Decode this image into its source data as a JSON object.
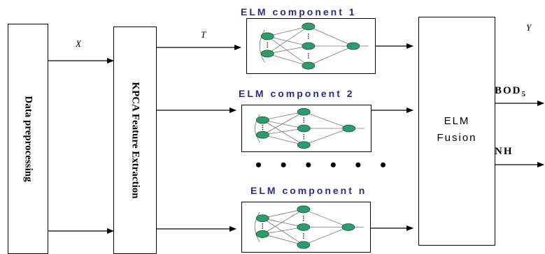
{
  "preprocess": {
    "label": "Data preprocessing"
  },
  "kpca": {
    "label": "KPCA Feature Extraction"
  },
  "vars": {
    "x": "X",
    "t": "T",
    "y": "Y"
  },
  "components": [
    {
      "title": "ELM component 1"
    },
    {
      "title": "ELM component 2"
    },
    {
      "title": "ELM component n"
    }
  ],
  "ellipsis": "• • • • • •",
  "fusion": {
    "line1": "ELM",
    "line2": "Fusion"
  },
  "outputs": {
    "bod": "BOD",
    "bod_sub": "5",
    "nh": "NH"
  },
  "colors": {
    "node": "#2e9a6e",
    "node_stroke": "#0f5a3a",
    "title": "#2b2b8c"
  }
}
